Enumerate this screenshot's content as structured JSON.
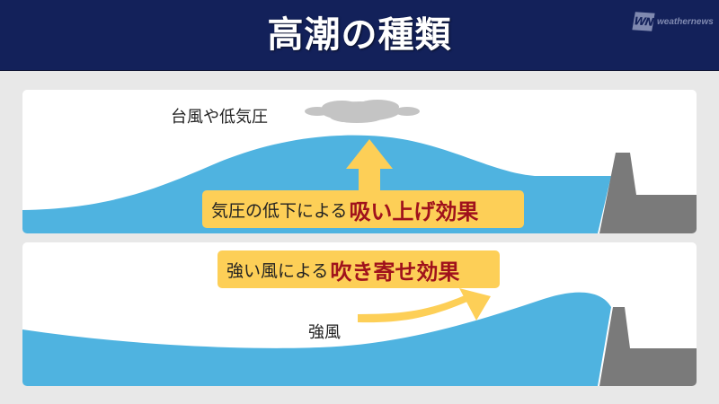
{
  "header": {
    "title": "高潮の種類",
    "background_color": "#13215a",
    "logo": {
      "mark": "WN",
      "text": "weathernews",
      "icon": "weathernews-logo-icon"
    }
  },
  "panels": [
    {
      "id": "suction-effect",
      "cloud_label": "台風や低気圧",
      "cloud_icon": "cloud-icon",
      "arrow_icon": "up-arrow-icon",
      "caption_prefix": "気圧の低下による",
      "caption_emphasis": "吸い上げ効果",
      "seawall_icon": "seawall-icon"
    },
    {
      "id": "wind-setup-effect",
      "wind_label": "強風",
      "arrow_icon": "wind-arrow-icon",
      "caption_prefix": "強い風による",
      "caption_emphasis": "吹き寄せ効果",
      "seawall_icon": "seawall-icon"
    }
  ],
  "colors": {
    "water": "#4fb3e0",
    "seawall": "#7a7a7a",
    "arrow": "#fdcf57",
    "cloud": "#c4c4c4",
    "emphasis_text": "#a0121c",
    "background": "#e8e8e8"
  }
}
